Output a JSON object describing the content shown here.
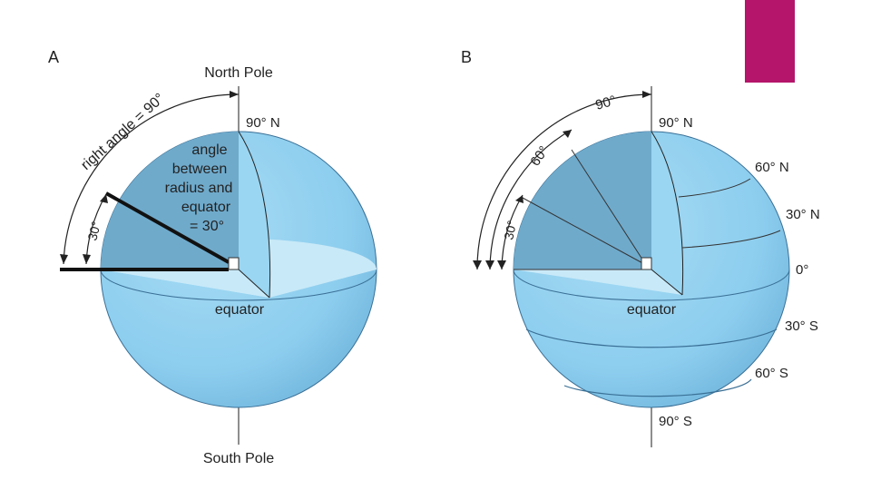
{
  "colors": {
    "sphere": "#8fcfee",
    "sphere_edge": "#3a6f95",
    "wedge": "#6faacb",
    "equator_disc": "#c8e9f8",
    "inner_face": "#9ad6f2",
    "accent": "#b5156a",
    "ink": "#222222"
  },
  "panel_a": {
    "letter": "A",
    "north_pole": "North Pole",
    "south_pole": "South Pole",
    "lat_90n": "90° N",
    "equator": "equator",
    "right_angle": "right angle = 90°",
    "arc_30": "30°",
    "note": [
      "angle",
      "between",
      "radius and",
      "equator",
      "= 30°"
    ]
  },
  "panel_b": {
    "letter": "B",
    "equator": "equator",
    "arc_90": "90°",
    "arc_60": "60°",
    "arc_30": "30°",
    "latitudes": [
      "90° N",
      "60° N",
      "30° N",
      "0°",
      "30° S",
      "60° S",
      "90° S"
    ]
  },
  "icons": {
    "accent_tab": "accent-tab"
  }
}
